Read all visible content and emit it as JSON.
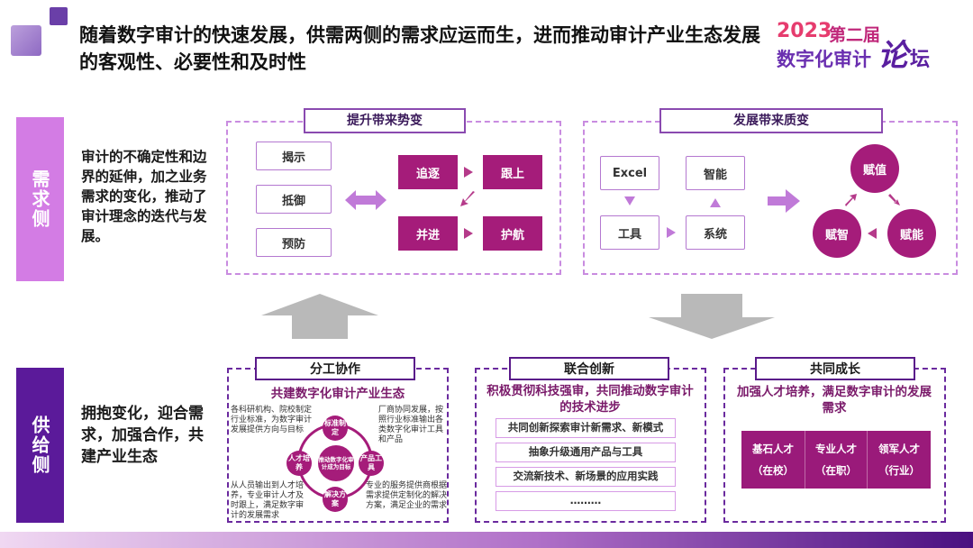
{
  "title": "随着数字审计的快速发展，供需两侧的需求应运而生，进而推动审计产业生态发展的客观性、必要性和及时性",
  "logo": {
    "year": "2023",
    "edition": "第二届",
    "main": "数字化审计",
    "big": "论",
    "small": "坛"
  },
  "demand": {
    "side_label": "需求侧",
    "description": "审计的不确定性和边界的延伸，加之业务需求的变化，推动了审计理念的迭代与发展。",
    "left_panel": {
      "tag": "提升带来势变",
      "white_items": [
        "揭示",
        "抵御",
        "预防"
      ],
      "purple_items": [
        "追逐",
        "跟上",
        "并进",
        "护航"
      ]
    },
    "right_panel": {
      "tag": "发展带来质变",
      "white_items": [
        "Excel",
        "智能",
        "工具",
        "系统"
      ],
      "circles": [
        "赋值",
        "赋智",
        "赋能"
      ]
    }
  },
  "supply": {
    "side_label": "供给侧",
    "description": "拥抱变化，迎合需求，加强合作，共建产业生态",
    "panel1": {
      "tag": "分工协作",
      "subtitle": "共建数字化审计产业生态",
      "text_tl": "各科研机构、院校制定行业标准，为数字审计发展提供方向与目标",
      "text_tr": "厂商协同发展，按照行业标准输出各类数字化审计工具和产品",
      "text_bl": "从人员输出到人才培养，专业审计人才及时跟上，满足数字审计的发展需求",
      "text_br": "专业的服务提供商根据需求提供定制化的解决方案，满足企业的需求",
      "nodes": [
        "标准制定",
        "产品工具",
        "解决方案",
        "人才培养"
      ],
      "center": "推动数字化审计成为目标"
    },
    "panel2": {
      "tag": "联合创新",
      "subtitle": "积极贯彻科技强审，共同推动数字审计的技术进步",
      "bars": [
        "共同创新探索审计新需求、新模式",
        "抽象升级通用产品与工具",
        "交流新技术、新场景的应用实践",
        "………"
      ]
    },
    "panel3": {
      "tag": "共同成长",
      "subtitle": "加强人才培养，满足数字审计的发展需求",
      "talents": [
        {
          "name": "基石人才",
          "note": "（在校）"
        },
        {
          "name": "专业人才",
          "note": "（在职）"
        },
        {
          "name": "领军人才",
          "note": "（行业）"
        }
      ]
    }
  },
  "colors": {
    "primary_purple": "#5b1a9a",
    "magenta": "#a51c7a",
    "light_purple": "#d37ce4"
  }
}
